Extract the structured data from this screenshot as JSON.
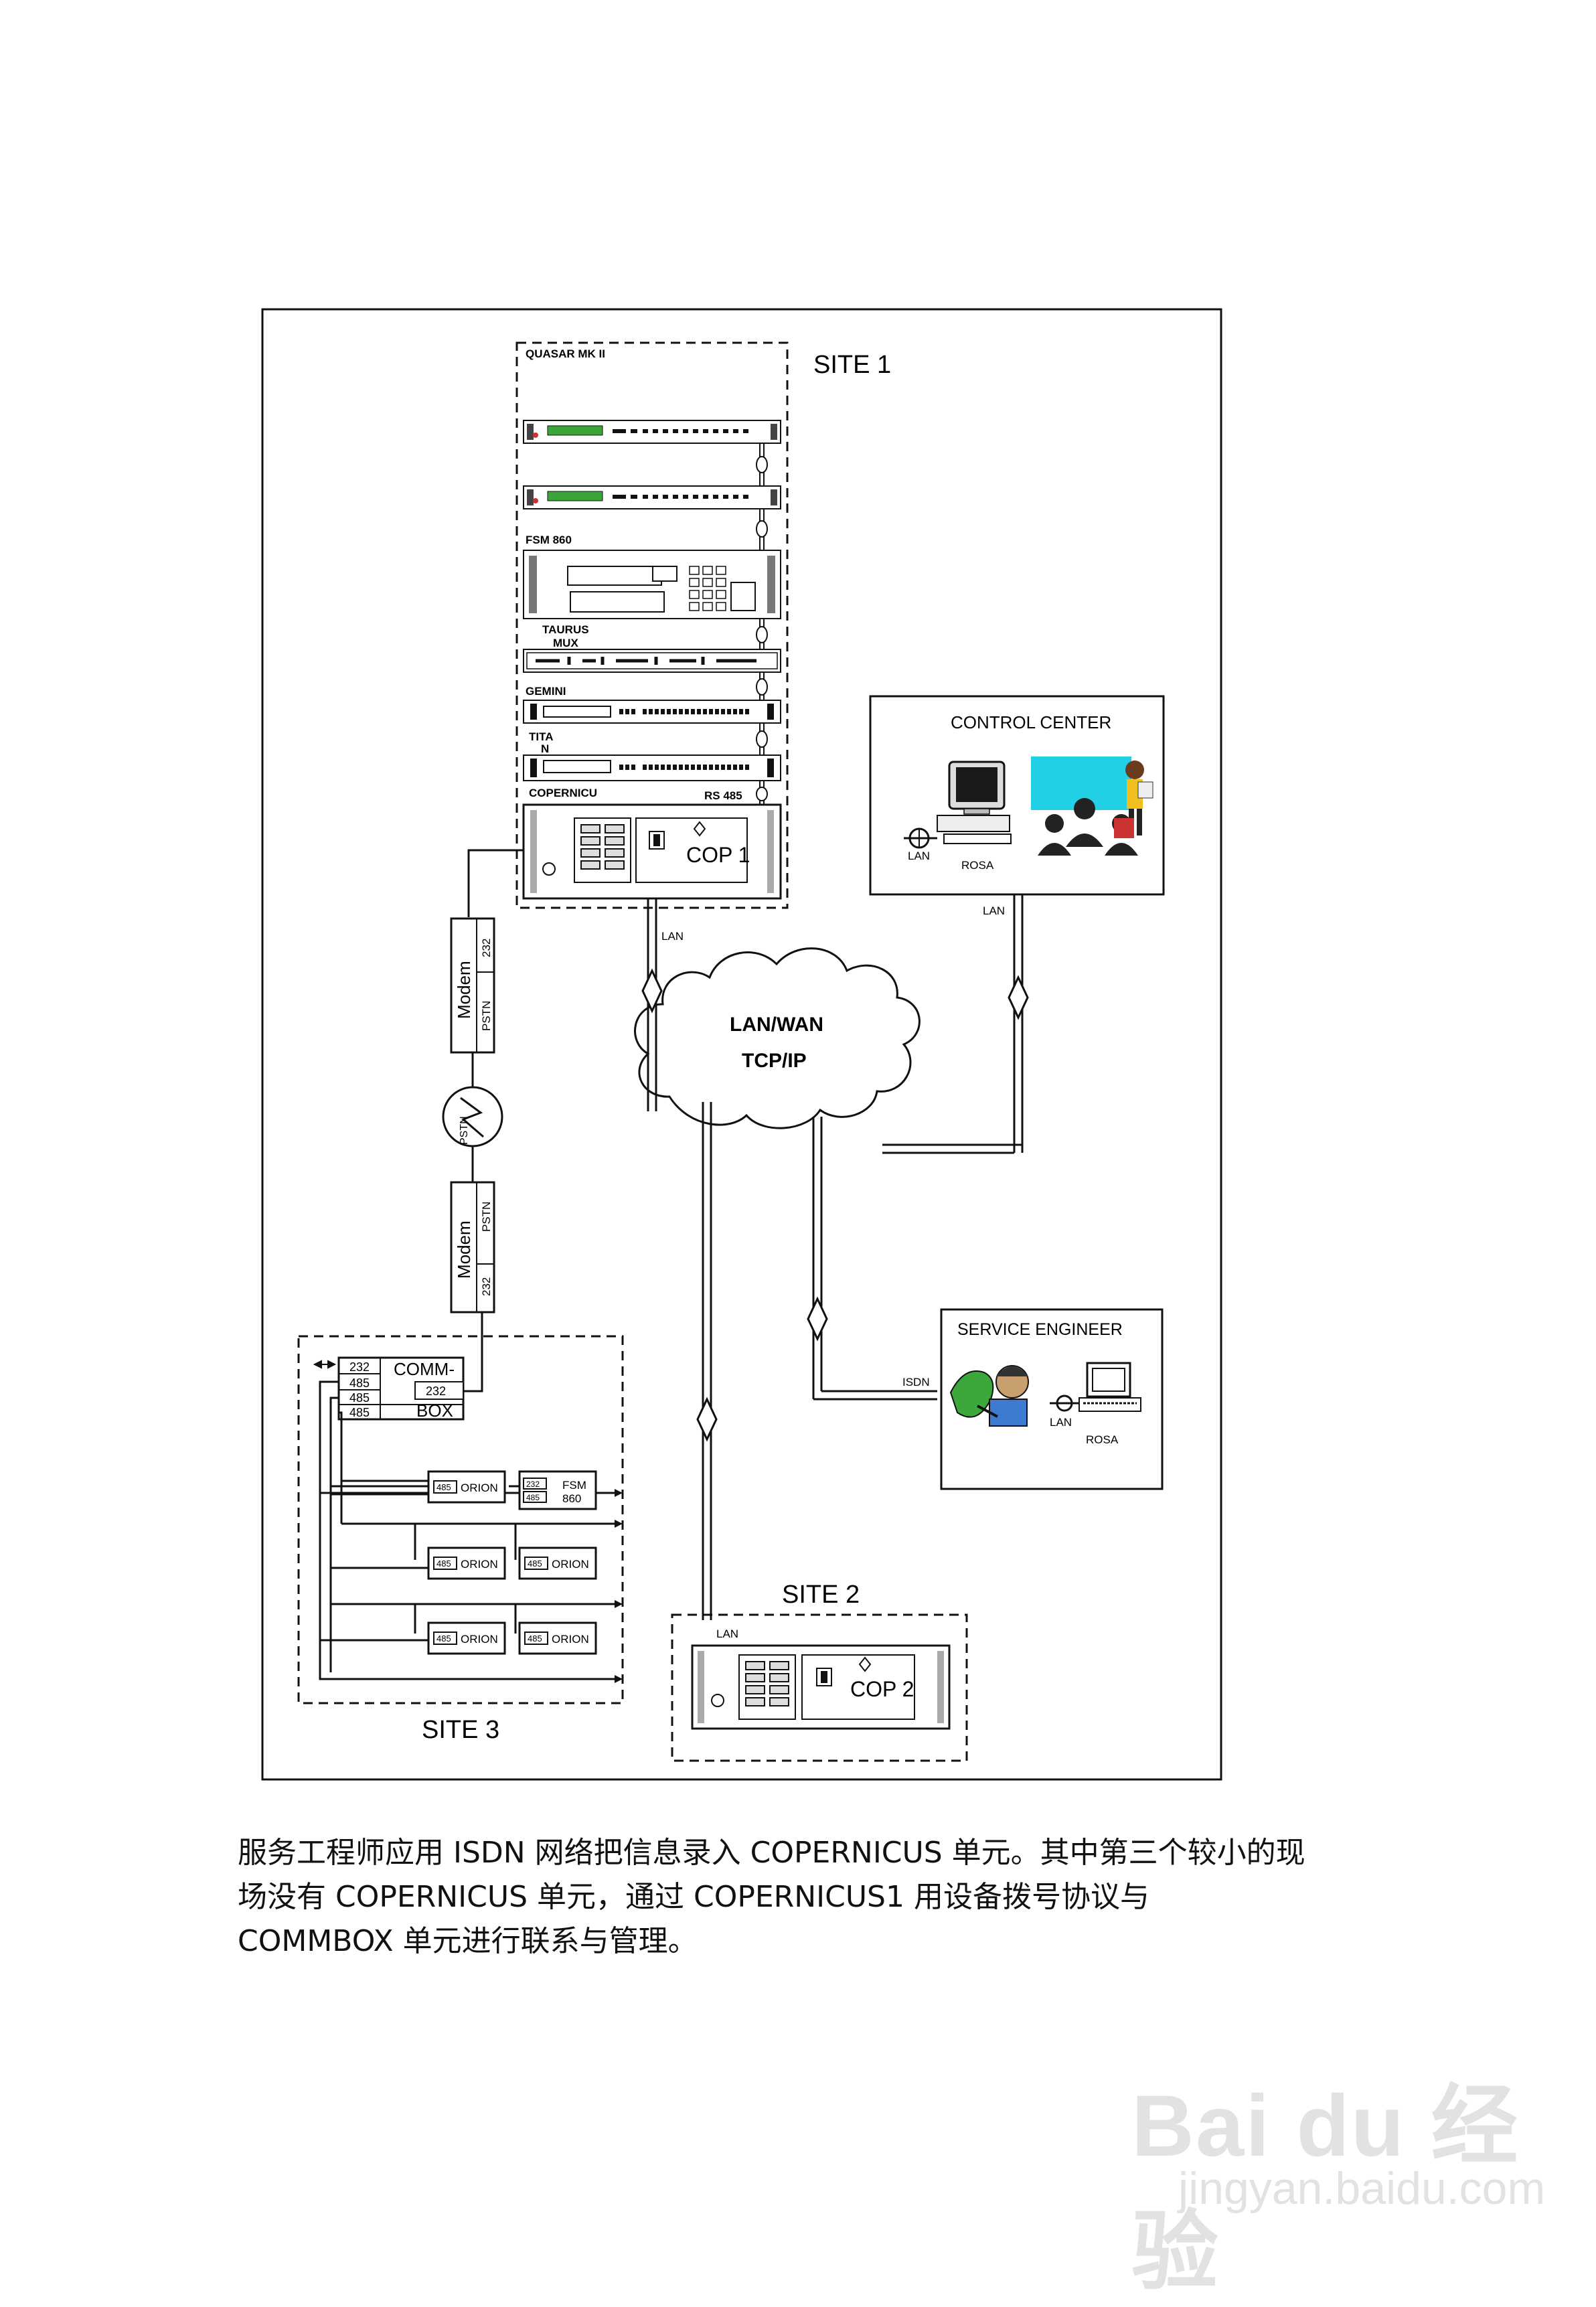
{
  "sites": {
    "site1": "SITE 1",
    "site2": "SITE 2",
    "site3": "SITE 3"
  },
  "rack": {
    "quasar": "QUASAR MK II",
    "fsm": "FSM 860",
    "taurus_1": "TAURUS",
    "taurus_2": "MUX",
    "gemini": "GEMINI",
    "titan_1": "TITA",
    "titan_2": "N",
    "copernicu": "COPERNICU",
    "rs485": "RS 485",
    "cop1": "COP 1"
  },
  "control_center": {
    "title": "CONTROL CENTER",
    "lan_icon": "LAN",
    "rosa": "ROSA",
    "lan_link": "LAN"
  },
  "network": {
    "cloud_line1": "LAN/WAN",
    "cloud_line2": "TCP/IP",
    "lan_site1": "LAN",
    "lan_site2": "LAN",
    "isdn": "ISDN"
  },
  "service_engineer": {
    "title": "SERVICE ENGINEER",
    "lan": "LAN",
    "rosa": "ROSA"
  },
  "modem_upper": {
    "label": "Modem",
    "port_a": "232",
    "port_b": "PSTN"
  },
  "pstn": "PSTN",
  "modem_lower": {
    "label": "Modem",
    "port_a": "PSTN",
    "port_b": "232"
  },
  "commbox": {
    "name_1": "COMM-",
    "name_2": "BOX",
    "port_232": "232",
    "port_485a": "485",
    "port_485b": "485",
    "port_232_right": "232"
  },
  "site3_devices": {
    "orion_1": "ORION",
    "orion_2": "ORION",
    "orion_3": "ORION",
    "orion_4": "ORION",
    "orion_5": "ORION",
    "fsm_1": "FSM",
    "fsm_2": "860",
    "port": "485",
    "fsm_port_a": "232",
    "fsm_port_b": "485"
  },
  "cop2": "COP 2",
  "caption": {
    "line1": "服务工程师应用 ISDN 网络把信息录入 COPERNICUS 单元。其中第三个较小的现",
    "line2": "场没有 COPERNICUS 单元，通过 COPERNICUS1 用设备拨号协议与",
    "line3": "COMMBOX 单元进行联系与管理。"
  },
  "watermark": {
    "brand": "Bai du 经验",
    "url": "jingyan.baidu.com"
  },
  "colors": {
    "line": "#111111",
    "lcd_green": "#3aa63a",
    "screen_cyan": "#22d0e6",
    "monitor_dark": "#1a1a1a",
    "watermark": "#e2e2e2"
  }
}
